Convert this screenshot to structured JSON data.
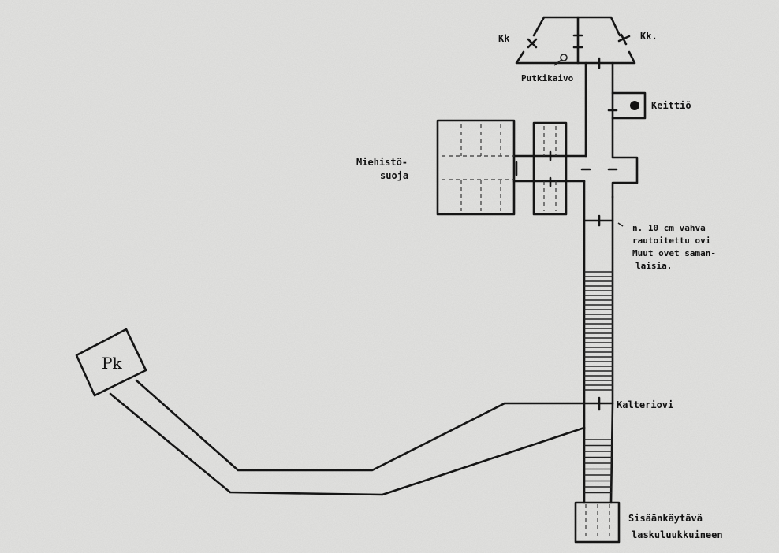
{
  "labels": {
    "kk_left": "Kk",
    "kk_right": "Kk.",
    "well": "Putkikaivo",
    "kitchen": "Keittiö",
    "shelter_line1": "Miehistö-",
    "shelter_line2": "suoja",
    "door_note_line1": "n. 10 cm vahva",
    "door_note_line2": "rautoitettu ovi",
    "door_note_line3": "Muut ovet saman-",
    "door_note_line4": "laisia.",
    "grate_door": "Kalteriovi",
    "entrance_line1": "Sisäänkäytävä",
    "entrance_line2": "laskuluukkuineen",
    "pk": "Pk"
  },
  "colors": {
    "paper": "#e4e4e2",
    "ink": "#151515"
  }
}
